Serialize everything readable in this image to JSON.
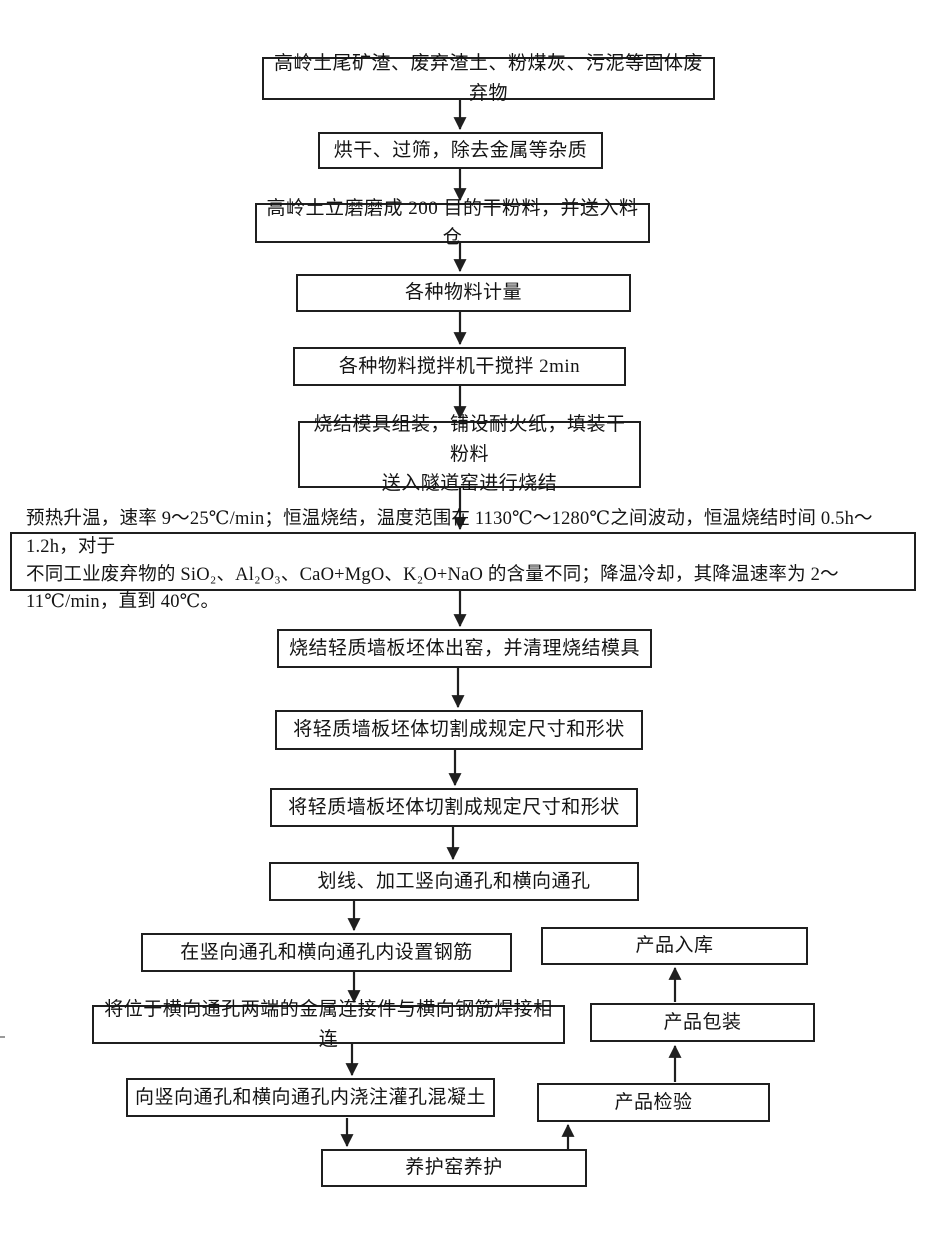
{
  "diagram": {
    "kind": "flowchart",
    "language": "zh-CN",
    "ink_color": "#1f1f1f",
    "background_color": "#ffffff",
    "nodes": {
      "solid_waste": {
        "label": "高岭土尾矿渣、废弃渣土、粉煤灰、污泥等固体废弃物"
      },
      "dry_sieve": {
        "label": "烘干、过筛，除去金属等杂质"
      },
      "grind": {
        "label": "高岭土立磨磨成 200 目的干粉料，并送入料仓"
      },
      "measure": {
        "label": "各种物料计量"
      },
      "dry_mix": {
        "label": "各种物料搅拌机干搅拌 2min"
      },
      "mold_fill": {
        "label": "烧结模具组装，铺设耐火纸，填装干粉料\n送入隧道窑进行烧结"
      },
      "sinter_params": {
        "label": "预热升温，速率 9～25℃/min；恒温烧结，温度范围在 1130℃～1280℃之间波动，恒温烧结时间 0.5h～1.2h，对于\n不同工业废弃物的 SiO₂、Al₂O₃、CaO+MgO、K₂O+NaO 的含量不同；降温冷却，其降温速率为 2～11℃/min，直到 40℃。"
      },
      "kiln_exit": {
        "label": "烧结轻质墙板坯体出窑，并清理烧结模具"
      },
      "cut_1": {
        "label": "将轻质墙板坯体切割成规定尺寸和形状"
      },
      "cut_2": {
        "label": "将轻质墙板坯体切割成规定尺寸和形状"
      },
      "scribe_drill": {
        "label": "划线、加工竖向通孔和横向通孔"
      },
      "rebar": {
        "label": "在竖向通孔和横向通孔内设置钢筋"
      },
      "weld": {
        "label": "将位于横向通孔两端的金属连接件与横向钢筋焊接相连"
      },
      "grout": {
        "label": "向竖向通孔和横向通孔内浇注灌孔混凝土"
      },
      "cure": {
        "label": "养护窑养护"
      },
      "inspect": {
        "label": "产品检验"
      },
      "package": {
        "label": "产品包装"
      },
      "warehouse": {
        "label": "产品入库"
      }
    },
    "edges": [
      "solid_waste→dry_sieve",
      "dry_sieve→grind",
      "grind→measure",
      "measure→dry_mix",
      "dry_mix→mold_fill",
      "mold_fill→sinter_params",
      "sinter_params→kiln_exit",
      "kiln_exit→cut_1",
      "cut_1→cut_2",
      "cut_2→scribe_drill",
      "scribe_drill→rebar",
      "rebar→weld",
      "weld→grout",
      "grout→cure",
      "cure→inspect",
      "inspect→package",
      "package→warehouse"
    ]
  }
}
